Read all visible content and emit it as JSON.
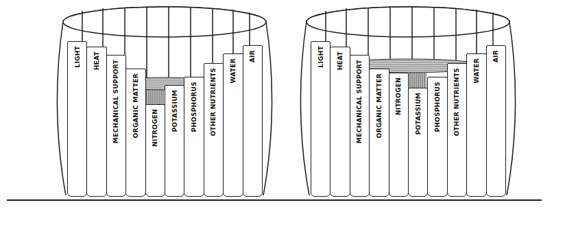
{
  "diagram": {
    "nodes": [
      {
        "text": [
          "LIGHT"
        ]
      },
      {
        "text": [
          "HEAT"
        ]
      },
      {
        "text": [
          "MECHANICAL SUPPORT"
        ]
      },
      {
        "text": [
          "ORGANIC MATTER"
        ]
      },
      {
        "text": [
          "NITROGEN"
        ]
      },
      {
        "text": [
          "POTASSIUM"
        ]
      },
      {
        "text": [
          "PHOSPHORUS"
        ]
      },
      {
        "text": [
          "OTHER NUTRIENTS"
        ]
      },
      {
        "text": [
          "WATER"
        ]
      },
      {
        "text": [
          "AIR"
        ]
      },
      {
        "text": [
          "LIGHT"
        ]
      },
      {
        "text": [
          "HEAT"
        ]
      },
      {
        "text": [
          "MECHANICAL SUPPORT"
        ]
      },
      {
        "text": [
          "ORGANIC MATTER"
        ]
      },
      {
        "text": [
          "NITROGEN"
        ]
      },
      {
        "text": [
          "POTASSIUM"
        ]
      },
      {
        "text": [
          "PHOSPHORUS"
        ]
      },
      {
        "text": [
          "OTHER NUTRIENTS"
        ]
      },
      {
        "text": [
          "WATER"
        ]
      },
      {
        "text": [
          "AIR"
        ]
      }
    ]
  }
}
